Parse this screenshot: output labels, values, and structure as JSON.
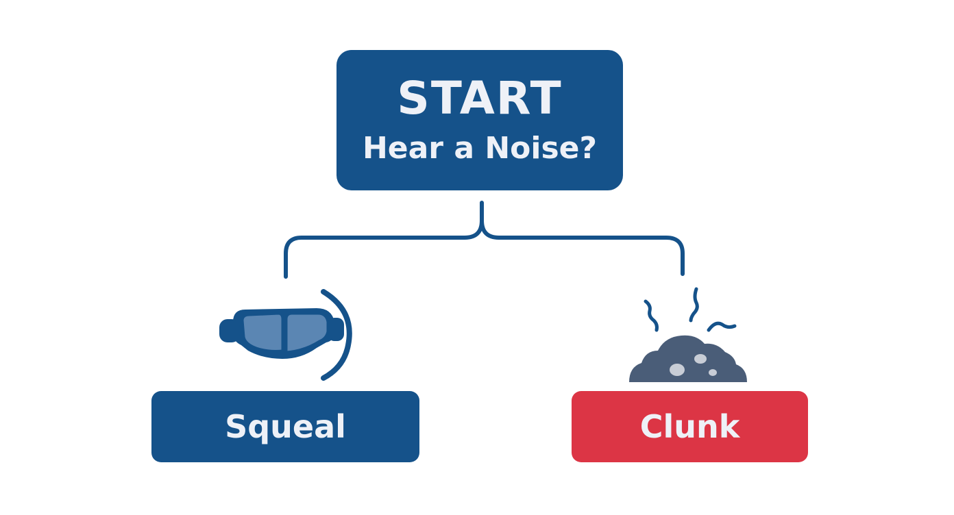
{
  "colors": {
    "primary": "#15528a",
    "accent": "#dc3545",
    "icon_fill": "#5b86b3",
    "debris": "#4a5d78",
    "text_on_box": "#eef1f7"
  },
  "start": {
    "title": "START",
    "question": "Hear a Noise?"
  },
  "branches": [
    {
      "label": "Squeal",
      "icon": "brake-pad-icon"
    },
    {
      "label": "Clunk",
      "icon": "debris-pile-icon"
    }
  ]
}
